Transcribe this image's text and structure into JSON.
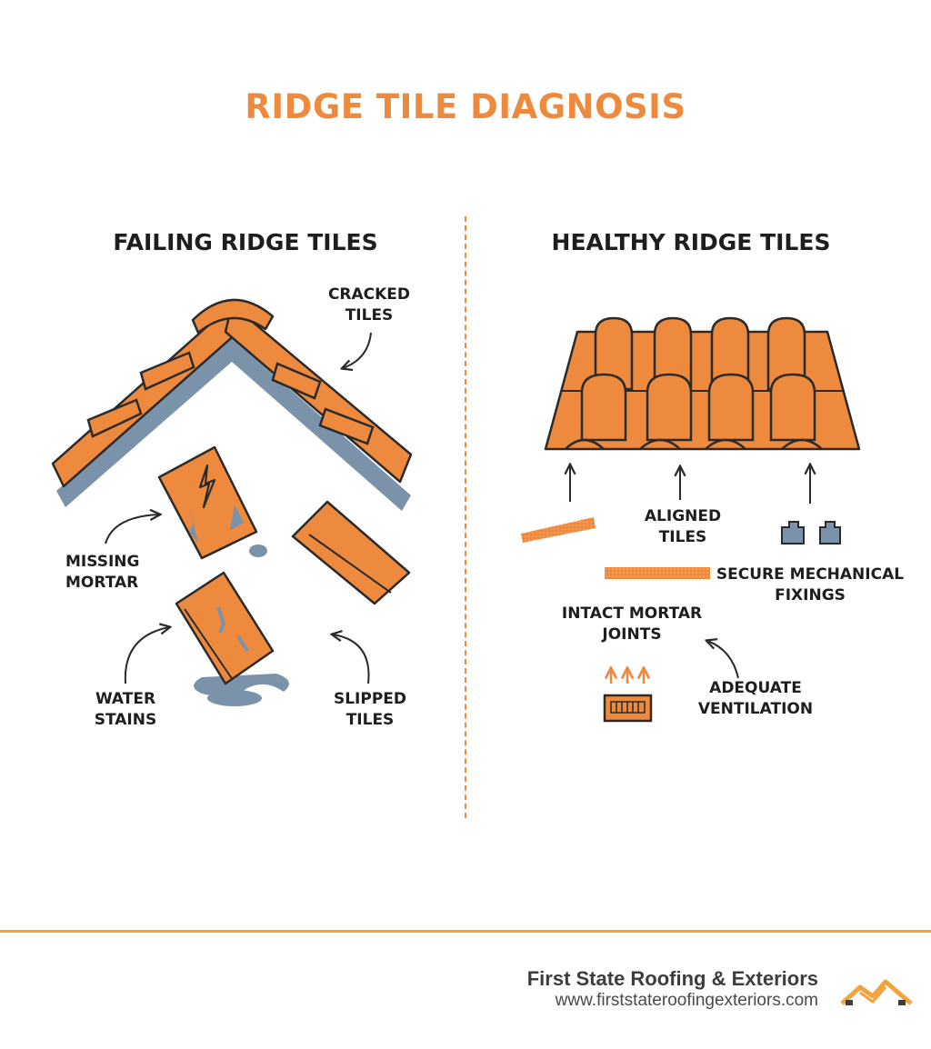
{
  "title": "RIDGE TILE DIAGNOSIS",
  "left_panel": {
    "heading": "FAILING RIDGE TILES",
    "labels": {
      "cracked": "CRACKED\nTILES",
      "missing_mortar": "MISSING\nMORTAR",
      "water_stains": "WATER\nSTAINS",
      "slipped": "SLIPPED\nTILES"
    }
  },
  "right_panel": {
    "heading": "HEALTHY RIDGE TILES",
    "labels": {
      "aligned": "ALIGNED\nTILES",
      "fixings": "SECURE MECHANICAL\nFIXINGS",
      "mortar": "INTACT MORTAR\nJOINTS",
      "ventilation": "ADEQUATE\nVENTILATION"
    }
  },
  "footer": {
    "brand": "First State Roofing & Exteriors",
    "url": "www.firststateroofingexteriors.com",
    "logo_icon": "house-roof-logo-icon"
  },
  "colors": {
    "accent": "#ee8a3e",
    "tile": "#ee8a3e",
    "outline": "#2a2a2a",
    "steel": "#7a93ab",
    "footer_rule": "#f4a23c"
  }
}
